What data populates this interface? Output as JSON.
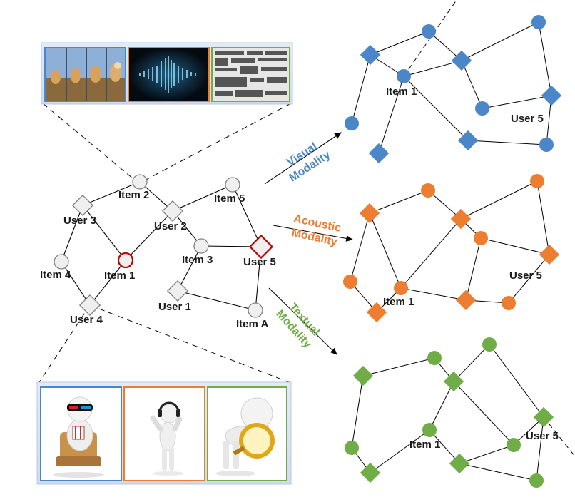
{
  "colors": {
    "visual": "#4a86c8",
    "acoustic": "#ed7d31",
    "textual": "#70ad47",
    "highlight": "#c00000",
    "node_fill": "#efefef",
    "node_stroke": "#7f7f7f"
  },
  "center_graph": {
    "labels": {
      "item2": "Item 2",
      "item5": "Item 5",
      "user3": "User 3",
      "user2": "User 2",
      "item3": "Item 3",
      "user5": "User 5",
      "item4": "Item 4",
      "item1": "Item 1",
      "user1": "User 1",
      "user4": "User 4",
      "itemA": "Item A"
    }
  },
  "modalities": {
    "visual": {
      "line1": "Visual",
      "line2": "Modality"
    },
    "acoustic": {
      "line1": "Acoustic",
      "line2": "Modality"
    },
    "textual": {
      "line1": "Textual",
      "line2": "Modality"
    }
  },
  "visual_graph": {
    "item_label": "Item 1",
    "user_label": "User 5"
  },
  "acoustic_graph": {
    "item_label": "Item 1",
    "user_label": "User 5"
  },
  "textual_graph": {
    "item_label": "Item 1",
    "user_label": "User 5"
  },
  "media_panel": {
    "images": [
      {
        "name": "video-thumbnail",
        "border": "#4a86c8"
      },
      {
        "name": "audio-waveform",
        "border": "#ed7d31"
      },
      {
        "name": "word-cloud-text",
        "border": "#70ad47"
      }
    ]
  },
  "user_panel": {
    "images": [
      {
        "name": "user-watching-3d-movie",
        "border": "#4a86c8"
      },
      {
        "name": "user-listening-headphones",
        "border": "#ed7d31"
      },
      {
        "name": "user-reading-magnifier",
        "border": "#70ad47"
      }
    ]
  }
}
